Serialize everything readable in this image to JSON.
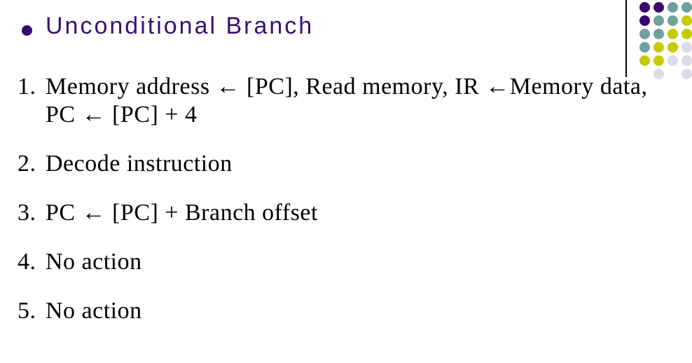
{
  "slide": {
    "title": "Unconditional Branch",
    "title_color": "#3A0F73",
    "bullet_color": "#38096B",
    "list": {
      "items": [
        {
          "number": "1.",
          "lines": [
            "Memory address ← [PC], Read memory, IR ←Memory data,",
            "PC ← [PC] + 4"
          ]
        },
        {
          "number": "2.",
          "lines": [
            "Decode instruction"
          ]
        },
        {
          "number": "3.",
          "lines": [
            "PC ← [PC] + Branch offset"
          ]
        },
        {
          "number": "4.",
          "lines": [
            "No action"
          ]
        },
        {
          "number": "5.",
          "lines": [
            "No action"
          ]
        }
      ]
    },
    "decoration": {
      "line_color": "#000000",
      "palette": {
        "purple": "#38096B",
        "teal": "#70A09E",
        "yellow": "#C6CA00",
        "lavender": "#DBDBEB"
      },
      "dot_rows": [
        [
          "purple",
          "purple",
          "teal",
          "teal"
        ],
        [
          "purple",
          "teal",
          "teal",
          "yellow"
        ],
        [
          "teal",
          "teal",
          "yellow",
          "yellow"
        ],
        [
          "teal",
          "yellow",
          "yellow",
          "lavender"
        ],
        [
          "yellow",
          "yellow",
          "lavender",
          "lavender"
        ],
        [
          null,
          "lavender",
          null,
          "lavender"
        ]
      ]
    }
  }
}
